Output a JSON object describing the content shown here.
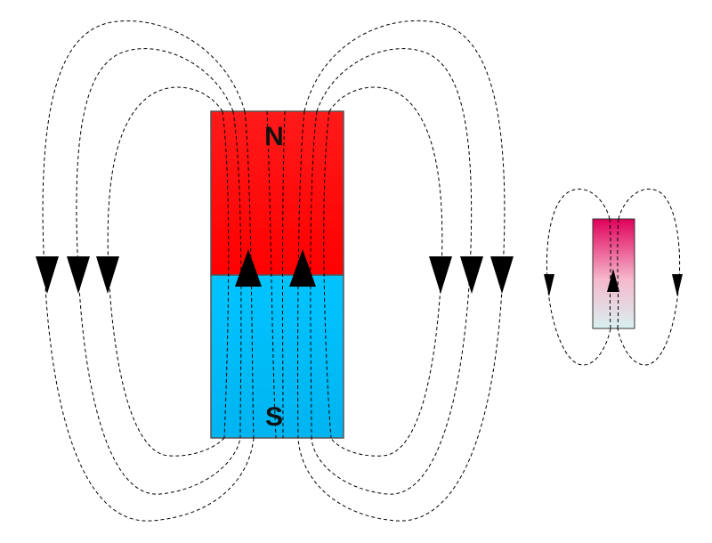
{
  "large_magnet": {
    "north_label": "N",
    "south_label": "S",
    "north_color": "#ff0000",
    "south_color": "#00bfff",
    "border_color": "#555555"
  },
  "small_magnet": {
    "top_color": "#e0005a",
    "bottom_color": "#d8f0f0",
    "border_color": "#333333"
  },
  "field_lines": {
    "line_color": "#000000",
    "style": "dashed",
    "arrow_icon": "triangle-arrow-icon"
  }
}
